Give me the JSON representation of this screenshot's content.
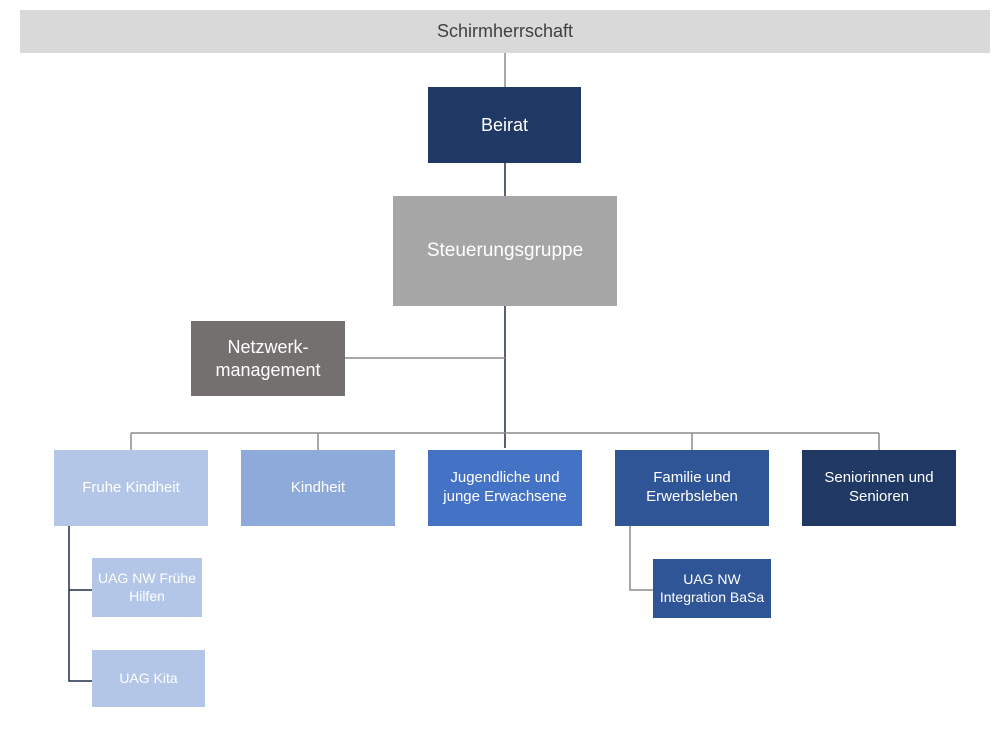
{
  "top": {
    "label": "Schirmherrschaft"
  },
  "beirat": {
    "label": "Beirat"
  },
  "steuerung": {
    "label": "Steuerungsgruppe"
  },
  "netzwerk": {
    "line1": "Netzwerk-",
    "line2": "management"
  },
  "categories": [
    {
      "line1": "Fruhe Kindheit",
      "line2": ""
    },
    {
      "line1": "Kindheit",
      "line2": ""
    },
    {
      "line1": "Jugendliche und",
      "line2": "junge Erwachsene"
    },
    {
      "line1": "Familie und",
      "line2": "Erwerbsleben"
    },
    {
      "line1": "Seniorinnen und",
      "line2": "Senioren"
    }
  ],
  "subgroups": [
    {
      "line1": "UAG NW Frühe",
      "line2": "Hilfen"
    },
    {
      "line1": "UAG Kita",
      "line2": ""
    },
    {
      "line1": "UAG NW",
      "line2": "Integration BaSa"
    }
  ],
  "colors": {
    "top_bar": "#d9d9d9",
    "beirat": "#1f3864",
    "steuerung": "#a6a6a6",
    "netzwerk": "#757070",
    "cat_lightest": "#b4c6e7",
    "cat_light": "#8eaadb",
    "cat_mid": "#4472c4",
    "cat_dark": "#2f5597",
    "cat_darkest": "#1f3864",
    "connector": "#7f7f7f"
  }
}
